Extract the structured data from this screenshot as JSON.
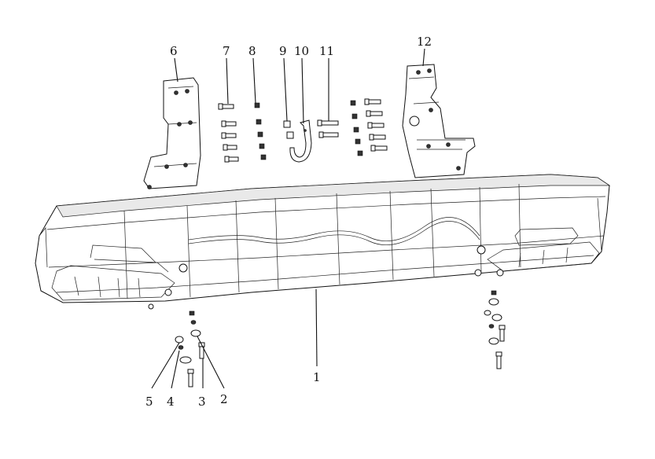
{
  "callouts": [
    {
      "label": "1"
    },
    {
      "label": "2"
    },
    {
      "label": "3"
    },
    {
      "label": "4"
    },
    {
      "label": "5"
    },
    {
      "label": "6"
    },
    {
      "label": "7"
    },
    {
      "label": "8"
    },
    {
      "label": "9"
    },
    {
      "label": "10"
    },
    {
      "label": "11"
    },
    {
      "label": "12"
    }
  ]
}
